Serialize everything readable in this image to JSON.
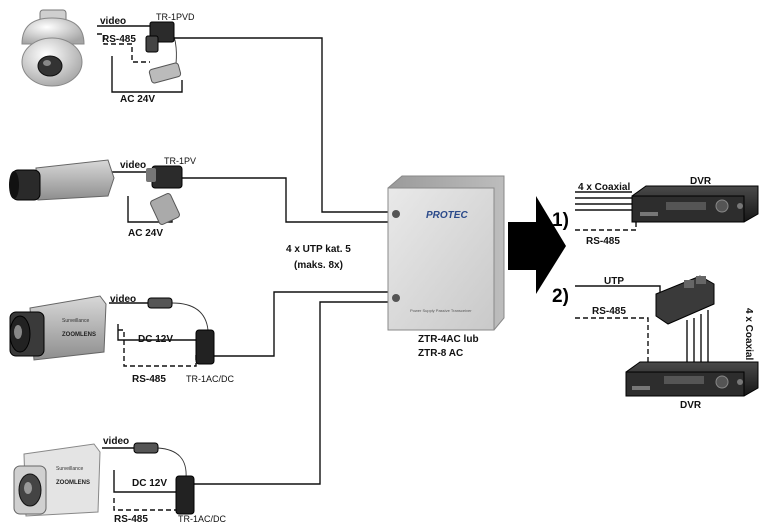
{
  "labels": {
    "video": "video",
    "rs485": "RS-485",
    "ac24": "AC 24V",
    "dc12": "DC 12V",
    "tr1pvd": "TR-1PVD",
    "tr1pv": "TR-1PV",
    "tr1acdc": "TR-1AC/DC",
    "utp_line1": "4 x UTP kat. 5",
    "utp_line2": "(maks. 8x)",
    "box_brand": "PROTEC",
    "box_caption": "Power Supply Passive Transceiver",
    "model_line1": "ZTR-4AC lub",
    "model_line2": "ZTR-8 AC",
    "option1": "1)",
    "option2": "2)",
    "coaxial": "4 x Coaxial",
    "utp": "UTP",
    "dvr": "DVR",
    "cam_brand": "Surveillance",
    "cam_logo": "ZOOMLENS"
  },
  "colors": {
    "box_face": "#dcdcdc",
    "dvr_body": "#2a2a2a",
    "arrow": "#000000"
  }
}
